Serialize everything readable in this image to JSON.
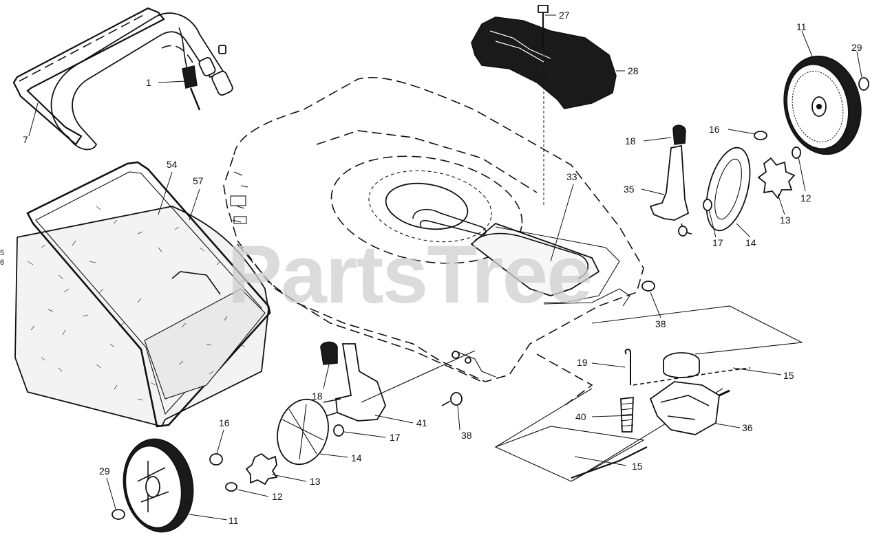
{
  "watermark": "PartsTree",
  "callouts": {
    "c1": "1",
    "c7": "7",
    "c27": "27",
    "c28": "28",
    "c11a": "11",
    "c29a": "29",
    "c16a": "16",
    "c18a": "18",
    "c12a": "12",
    "c35": "35",
    "c33": "33",
    "c13a": "13",
    "c17a": "17",
    "c14a": "14",
    "c54": "54",
    "c57": "57",
    "c38a": "38",
    "c18b": "18",
    "c41": "41",
    "c16b": "16",
    "c17b": "17",
    "c38b": "38",
    "c19": "19",
    "c15a": "15",
    "c14b": "14",
    "c40": "40",
    "c36": "36",
    "c13b": "13",
    "c15b": "15",
    "c29b": "29",
    "c12b": "12",
    "c11b": "11"
  },
  "edge_marks": {
    "left_a": "5",
    "left_b": "6"
  }
}
